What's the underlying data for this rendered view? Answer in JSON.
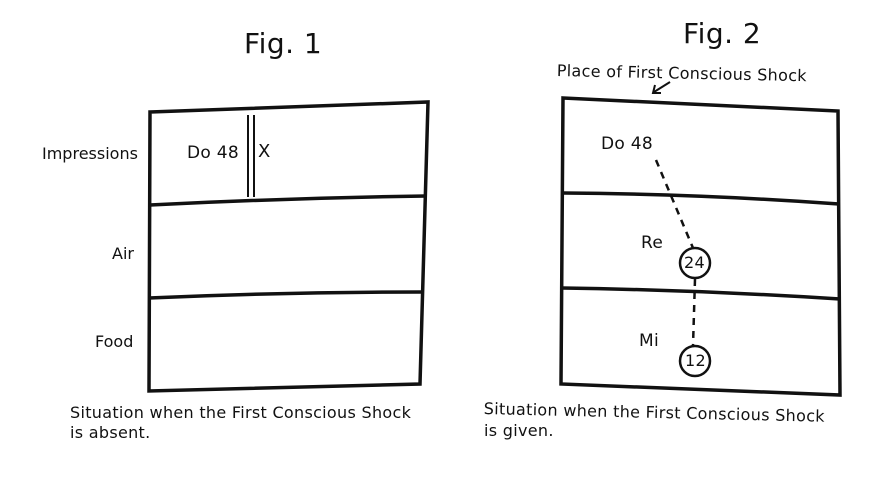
{
  "fig1": {
    "title": "Fig. 1",
    "rows": [
      "Impressions",
      "Air",
      "Food"
    ],
    "note": "Do 48",
    "stop_mark": "X",
    "caption_line1": "Situation when the First Conscious Shock",
    "caption_line2": "is absent."
  },
  "fig2": {
    "title": "Fig. 2",
    "shock_label": "Place of First Conscious Shock",
    "notes": [
      "Do 48",
      "Re",
      "Mi"
    ],
    "circle_values": [
      "24",
      "12"
    ],
    "caption_line1": "Situation when the First Conscious Shock",
    "caption_line2": "is given."
  }
}
